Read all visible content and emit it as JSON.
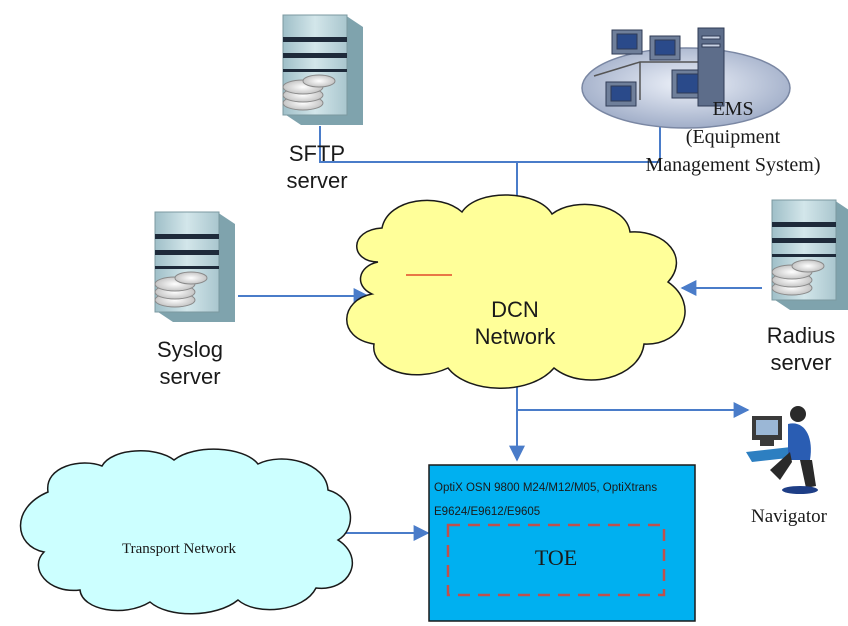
{
  "nodes": {
    "sftp": {
      "line1": "SFTP",
      "line2": "server"
    },
    "ems": {
      "line1": "EMS",
      "line2": "(Equipment",
      "line3": "Management System)"
    },
    "syslog": {
      "line1": "Syslog",
      "line2": "server"
    },
    "radius": {
      "line1": "Radius",
      "line2": "server"
    },
    "dcn": {
      "line1": "DCN",
      "line2": "Network"
    },
    "transport": {
      "label": "Transport Network"
    },
    "ne": {
      "line1": "OptiX OSN 9800 M24/M12/M05, OptiXtrans",
      "line2": "E9624/E9612/E9605",
      "toe": "TOE"
    },
    "navigator": {
      "label": "Navigator"
    }
  },
  "colors": {
    "connector": "#4a7cc9",
    "cloud_dcn_fill": "#ffff99",
    "cloud_transport_fill": "#ccffff",
    "ne_fill": "#00b0f0",
    "toe_border": "#c0504d",
    "server_body": "#b8d0d6",
    "server_stripe": "#1e2a3a"
  },
  "icons": [
    "server-icon",
    "network-pcs-icon",
    "operator-icon",
    "cloud-icon"
  ]
}
